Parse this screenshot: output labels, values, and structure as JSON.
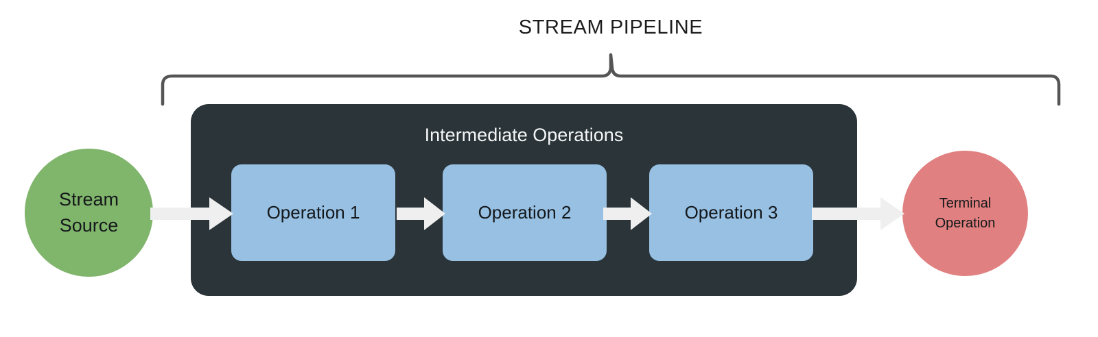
{
  "diagram": {
    "title": "STREAM PIPELINE",
    "brace": {
      "name": "curly-brace-top",
      "color": "#555555"
    },
    "container": {
      "label": "Intermediate Operations",
      "background_color": "#2b3438",
      "text_color": "#f4f6f7"
    },
    "source_node": {
      "line1": "Stream",
      "line2": "Source",
      "color": "#80b56c",
      "shape": "circle"
    },
    "terminal_node": {
      "line1": "Terminal",
      "line2": "Operation",
      "color": "#e08080",
      "shape": "circle"
    },
    "operations": [
      {
        "label": "Operation 1",
        "color": "#97c0e3"
      },
      {
        "label": "Operation 2",
        "color": "#97c0e3"
      },
      {
        "label": "Operation 3",
        "color": "#97c0e3"
      }
    ],
    "arrows": [
      {
        "name": "arrow-source-to-operation-1",
        "color": "#efefef"
      },
      {
        "name": "arrow-operation-1-to-operation-2",
        "color": "#efefef"
      },
      {
        "name": "arrow-operation-2-to-operation-3",
        "color": "#efefef"
      },
      {
        "name": "arrow-operation-3-to-terminal",
        "color": "#efefef"
      }
    ],
    "background_color": "#ffffff"
  }
}
